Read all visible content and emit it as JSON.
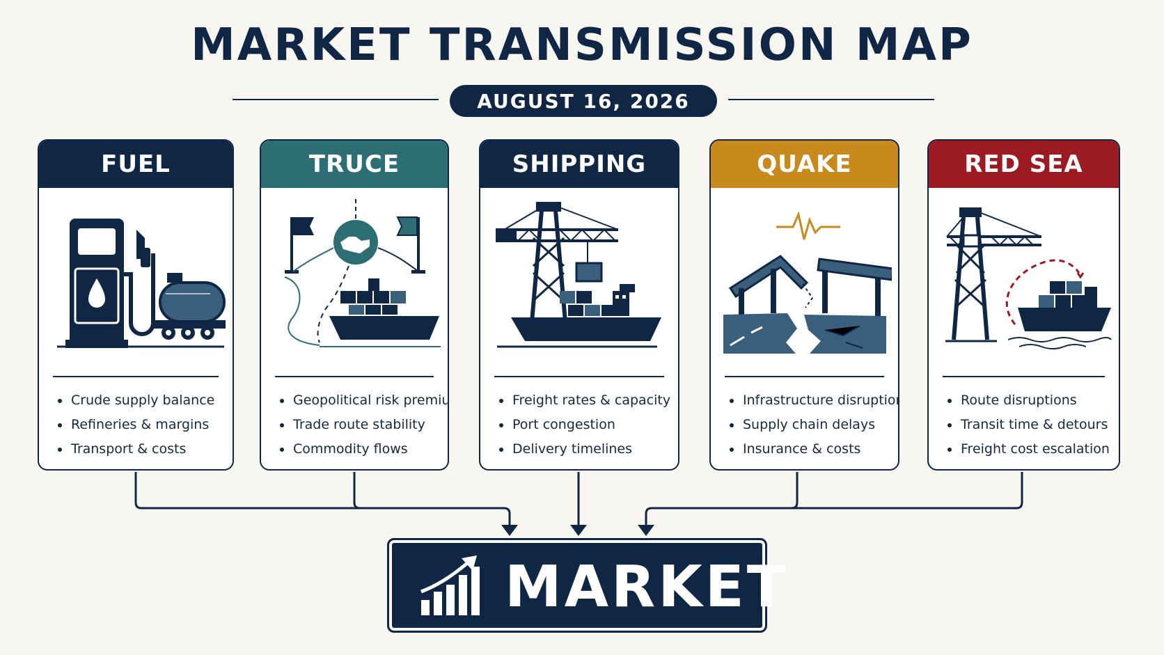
{
  "title": "MARKET TRANSMISSION MAP",
  "date": "AUGUST 16, 2026",
  "colors": {
    "navy": "#0f2645",
    "teal": "#2c6e73",
    "amber": "#c88a1d",
    "red": "#9c1b22"
  },
  "cards": [
    {
      "title": "FUEL",
      "header_color": "#0f2645",
      "icon": "fuel-pump-tanker-icon",
      "items": [
        "Crude supply balance",
        "Refineries & margins",
        "Transport & costs"
      ]
    },
    {
      "title": "TRUCE",
      "header_color": "#2c6e73",
      "icon": "handshake-flags-ship-icon",
      "items": [
        "Geopolitical risk premium",
        "Trade route stability",
        "Commodity flows"
      ]
    },
    {
      "title": "SHIPPING",
      "header_color": "#0f2645",
      "icon": "crane-container-ship-icon",
      "items": [
        "Freight rates & capacity",
        "Port congestion",
        "Delivery timelines"
      ]
    },
    {
      "title": "QUAKE",
      "header_color": "#c88a1d",
      "icon": "broken-bridge-seismic-icon",
      "items": [
        "Infrastructure disruption",
        "Supply chain delays",
        "Insurance & costs"
      ]
    },
    {
      "title": "RED SEA",
      "header_color": "#9c1b22",
      "icon": "crane-ship-detour-icon",
      "items": [
        "Route disruptions",
        "Transit time & detours",
        "Freight cost escalation"
      ]
    }
  ],
  "market": {
    "label": "MARKET",
    "icon": "growth-chart-icon"
  }
}
